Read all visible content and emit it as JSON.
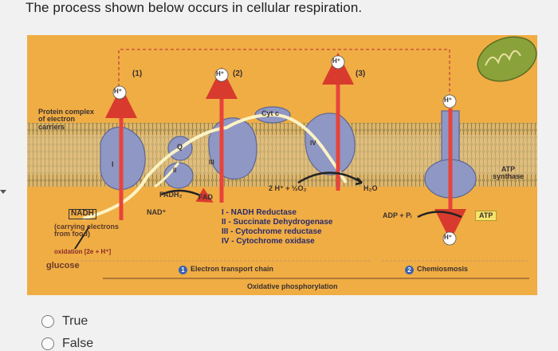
{
  "question": {
    "text": "The process shown below occurs in cellular respiration."
  },
  "figure": {
    "labels": {
      "protein_complex": "Protein complex\nof electron\ncarriers",
      "complex_1": "(1)",
      "complex_2": "(2)",
      "complex_3": "(3)",
      "h_plus": "H⁺",
      "roman_I": "I",
      "roman_II": "II",
      "roman_III": "III",
      "roman_IV": "IV",
      "q": "Q",
      "cyt_c": "Cyt c",
      "fadh2": "FADH₂",
      "fad": "FAD",
      "nadh": "NADH",
      "nad_plus": "NAD⁺",
      "carrying": "(carrying electrons\nfrom food)",
      "oxidation": "oxidation [2e + H⁺]",
      "glucose": "glucose",
      "water_reaction": "2 H⁺ + ½O₂",
      "water": "H₂O",
      "adp": "ADP + Pᵢ",
      "atp": "ATP",
      "atp_synthase": "ATP\nsynthase",
      "legend_I": "I  -  NADH Reductase",
      "legend_II": "II  -  Succinate Dehydrogenase",
      "legend_III": "III  -  Cytochrome reductase",
      "legend_IV": "IV  -  Cytochrome oxidase",
      "etc_num": "1",
      "etc": "Electron transport chain",
      "chemi_num": "2",
      "chemi": "Chemiosmosis",
      "oxphos": "Oxidative phosphorylation"
    },
    "colors": {
      "background": "#f0ad44",
      "membrane": "#e2c58a",
      "protein": "#8f97c4",
      "h_arrow": "#e8433a",
      "electron_path": "#fbf3c4"
    }
  },
  "options": [
    {
      "label": "True"
    },
    {
      "label": "False"
    }
  ]
}
